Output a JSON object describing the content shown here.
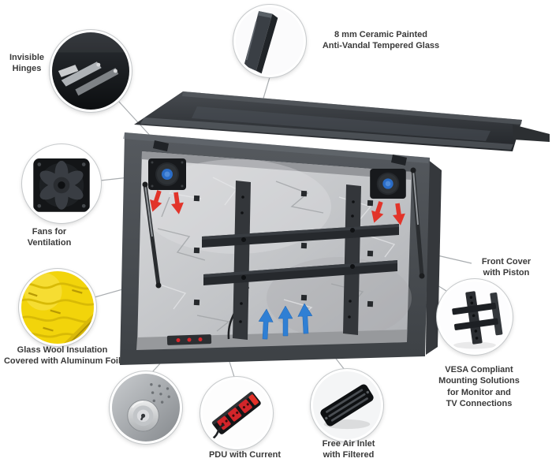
{
  "callouts": {
    "hinges": {
      "label": "Invisible\nHinges",
      "icon": "hinge-icon"
    },
    "glass": {
      "label": "8 mm Ceramic Painted\nAnti-Vandal Tempered Glass",
      "icon": "tempered-glass-icon"
    },
    "fans": {
      "label": "Fans for\nVentilation",
      "icon": "fan-icon"
    },
    "insulation": {
      "label": "Glass Wool Insulation\nCovered with Aluminum Foil",
      "icon": "glass-wool-icon"
    },
    "front_cover": {
      "label": "Front Cover\nwith Piston"
    },
    "vesa": {
      "label": "VESA Compliant\nMounting Solutions\nfor Monitor and\nTV Connections",
      "icon": "vesa-mount-icon"
    },
    "lock": {
      "icon": "security-lock-icon"
    },
    "pdu": {
      "label": "PDU with Current",
      "icon": "power-strip-icon"
    },
    "air_inlet": {
      "label": "Free Air Inlet\nwith Filtered",
      "icon": "air-vent-icon"
    }
  },
  "colors": {
    "hot_air_arrow": "#e2342a",
    "cool_air_arrow": "#2f7fd4",
    "insulation_yellow": "#f2d40b",
    "enclosure_frame": "#4a4e53",
    "foil_silver": "#c9cacc",
    "label_text": "#3a3a3a",
    "callout_line": "#a9adb0"
  }
}
